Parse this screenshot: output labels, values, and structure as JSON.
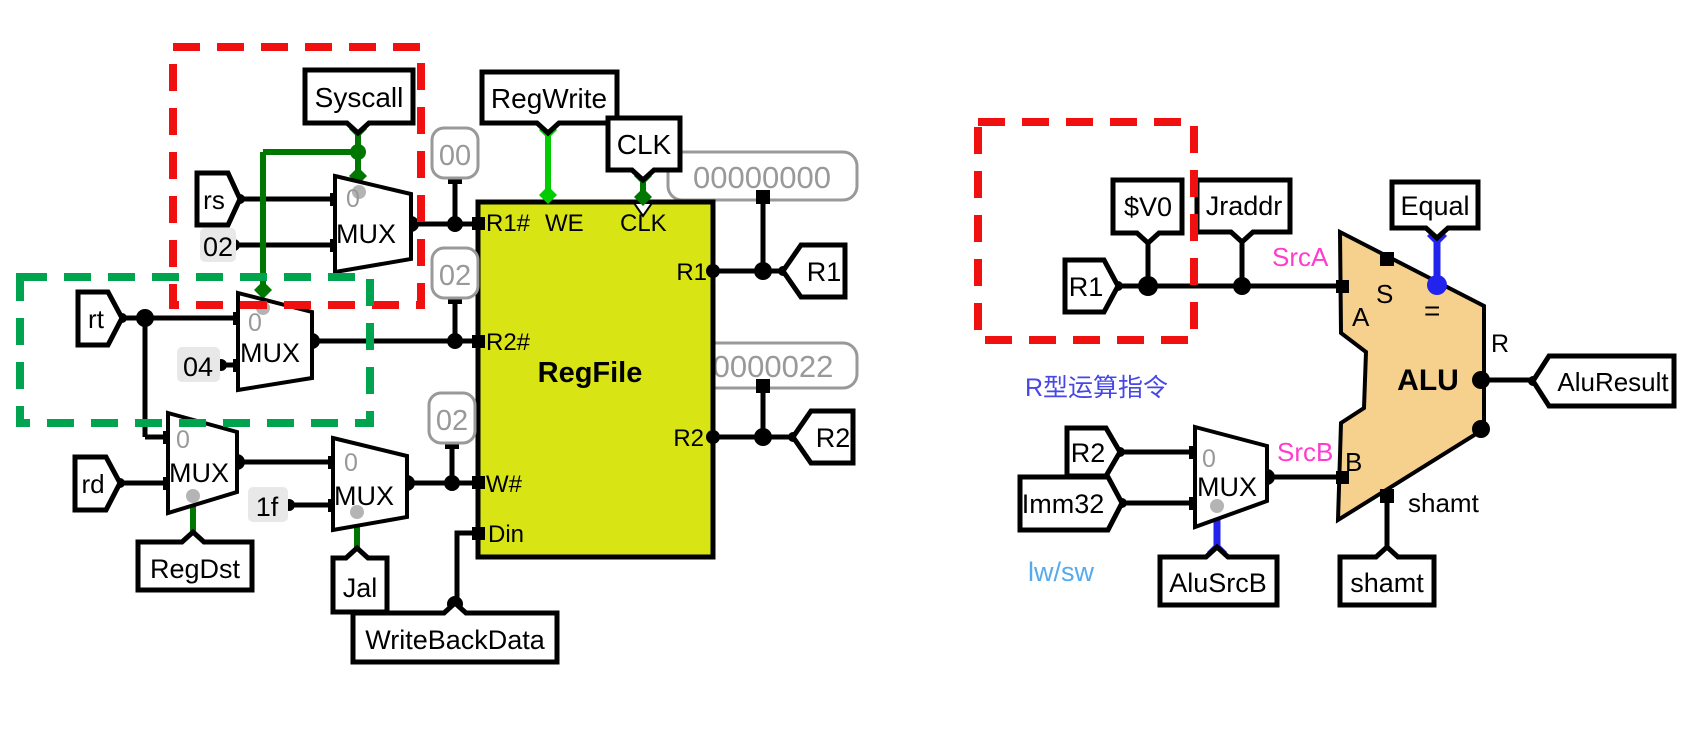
{
  "colors": {
    "regfile_fill": "#d8e414",
    "alu_fill": "#f6d08d",
    "wire_black": "#000000",
    "wire_dark_green": "#007700",
    "wire_bright_green": "#00cc00",
    "wire_blue": "#2323ee",
    "label_magenta": "#ff3ccc",
    "note_blue": "#4747e8",
    "note_cyan": "#55aaee",
    "probe_gray": "#999999",
    "highlight_red": "#f01010",
    "highlight_green": "#00a44e"
  },
  "left": {
    "syscall": "Syscall",
    "regwrite": "RegWrite",
    "clk_flag": "CLK",
    "rs": "rs",
    "rt": "rt",
    "rd": "rd",
    "regdst": "RegDst",
    "jal": "Jal",
    "writeback": "WriteBackData",
    "flag_r1": "R1",
    "flag_r2": "R2",
    "c02": "02",
    "c04": "04",
    "c1f": "1f",
    "k00": "00",
    "k02a": "02",
    "k02b": "02",
    "probe_r1": "00000000",
    "probe_r2": "0000022",
    "mux": "MUX",
    "sel0": "0",
    "regfile": {
      "title": "RegFile",
      "p_r1n": "R1#",
      "p_we": "WE",
      "p_clk": "CLK",
      "p_r2n": "R2#",
      "p_wn": "W#",
      "p_din": "Din",
      "p_r1": "R1",
      "p_r2": "R2"
    }
  },
  "right": {
    "v0": "$V0",
    "jraddr": "Jraddr",
    "r1": "R1",
    "r2": "R2",
    "imm32": "Imm32",
    "equal": "Equal",
    "alusrcb": "AluSrcB",
    "shamt_flag": "shamt",
    "aluresult": "AluResult",
    "srca": "SrcA",
    "srcb": "SrcB",
    "mux": "MUX",
    "sel0": "0",
    "note_rtype": "R型运算指令",
    "note_lwsw": "lw/sw",
    "alu": {
      "title": "ALU",
      "p_a": "A",
      "p_b": "B",
      "p_s": "S",
      "p_eq": "=",
      "p_r": "R",
      "p_shamt": "shamt"
    }
  }
}
